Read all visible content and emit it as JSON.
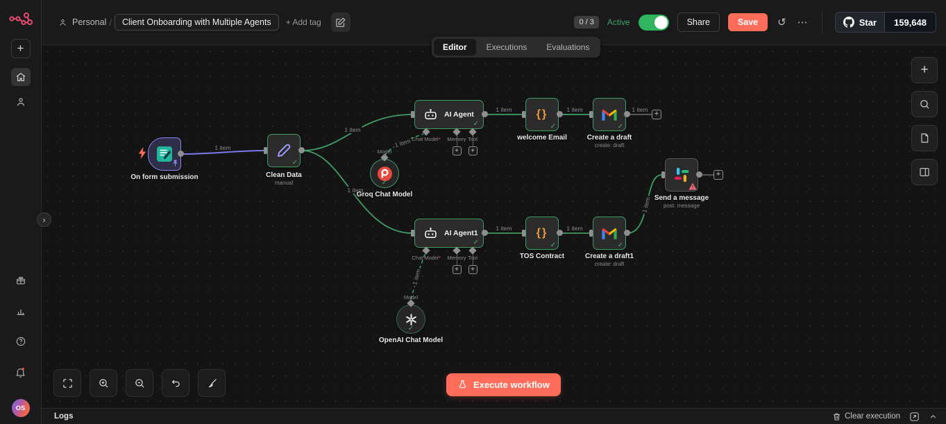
{
  "header": {
    "project_label": "Personal",
    "breadcrumb_separator": "/",
    "workflow_title": "Client Onboarding with Multiple Agents",
    "add_tag_label": "+ Add tag",
    "counter": "0 / 3",
    "active_label": "Active",
    "share_label": "Share",
    "save_label": "Save",
    "github_star": {
      "label": "Star",
      "count": "159,648"
    }
  },
  "tabs": {
    "editor": "Editor",
    "executions": "Executions",
    "evaluations": "Evaluations"
  },
  "sidebar": {
    "avatar_initials": "OS"
  },
  "canvas": {
    "edge_item_label": "1 item",
    "ports": {
      "chat_model": "Chat Model",
      "required_marker": "*",
      "memory": "Memory",
      "tool": "Tool",
      "model": "Model"
    },
    "nodes": {
      "form_trigger": {
        "label": "On form submission"
      },
      "clean_data": {
        "label": "Clean Data",
        "sublabel": "manual"
      },
      "ai_agent": {
        "label": "AI Agent"
      },
      "groq_model": {
        "label": "Groq Chat Model"
      },
      "welcome_email": {
        "label": "welcome Email"
      },
      "create_draft": {
        "label": "Create a draft",
        "sublabel": "create: draft"
      },
      "ai_agent1": {
        "label": "AI Agent1"
      },
      "tos_contract": {
        "label": "TOS Contract"
      },
      "create_draft1": {
        "label": "Create a draft1",
        "sublabel": "create: draft"
      },
      "send_message": {
        "label": "Send a message",
        "sublabel": "post: message"
      },
      "openai_model": {
        "label": "OpenAI Chat Model"
      }
    }
  },
  "controls": {
    "execute_label": "Execute workflow"
  },
  "logs": {
    "title": "Logs",
    "clear_label": "Clear execution"
  },
  "icons": {
    "check": "✓",
    "plus": "+",
    "ellipsis": "⋯",
    "history": "↺",
    "chevron_right": "›",
    "braces": "{}"
  },
  "colors": {
    "accent": "#ff6d5a",
    "success_green": "#3f9d67",
    "selected_purple": "#8b87f0",
    "active_green": "#2fb45f",
    "brand_pink": "#ea4b71"
  }
}
